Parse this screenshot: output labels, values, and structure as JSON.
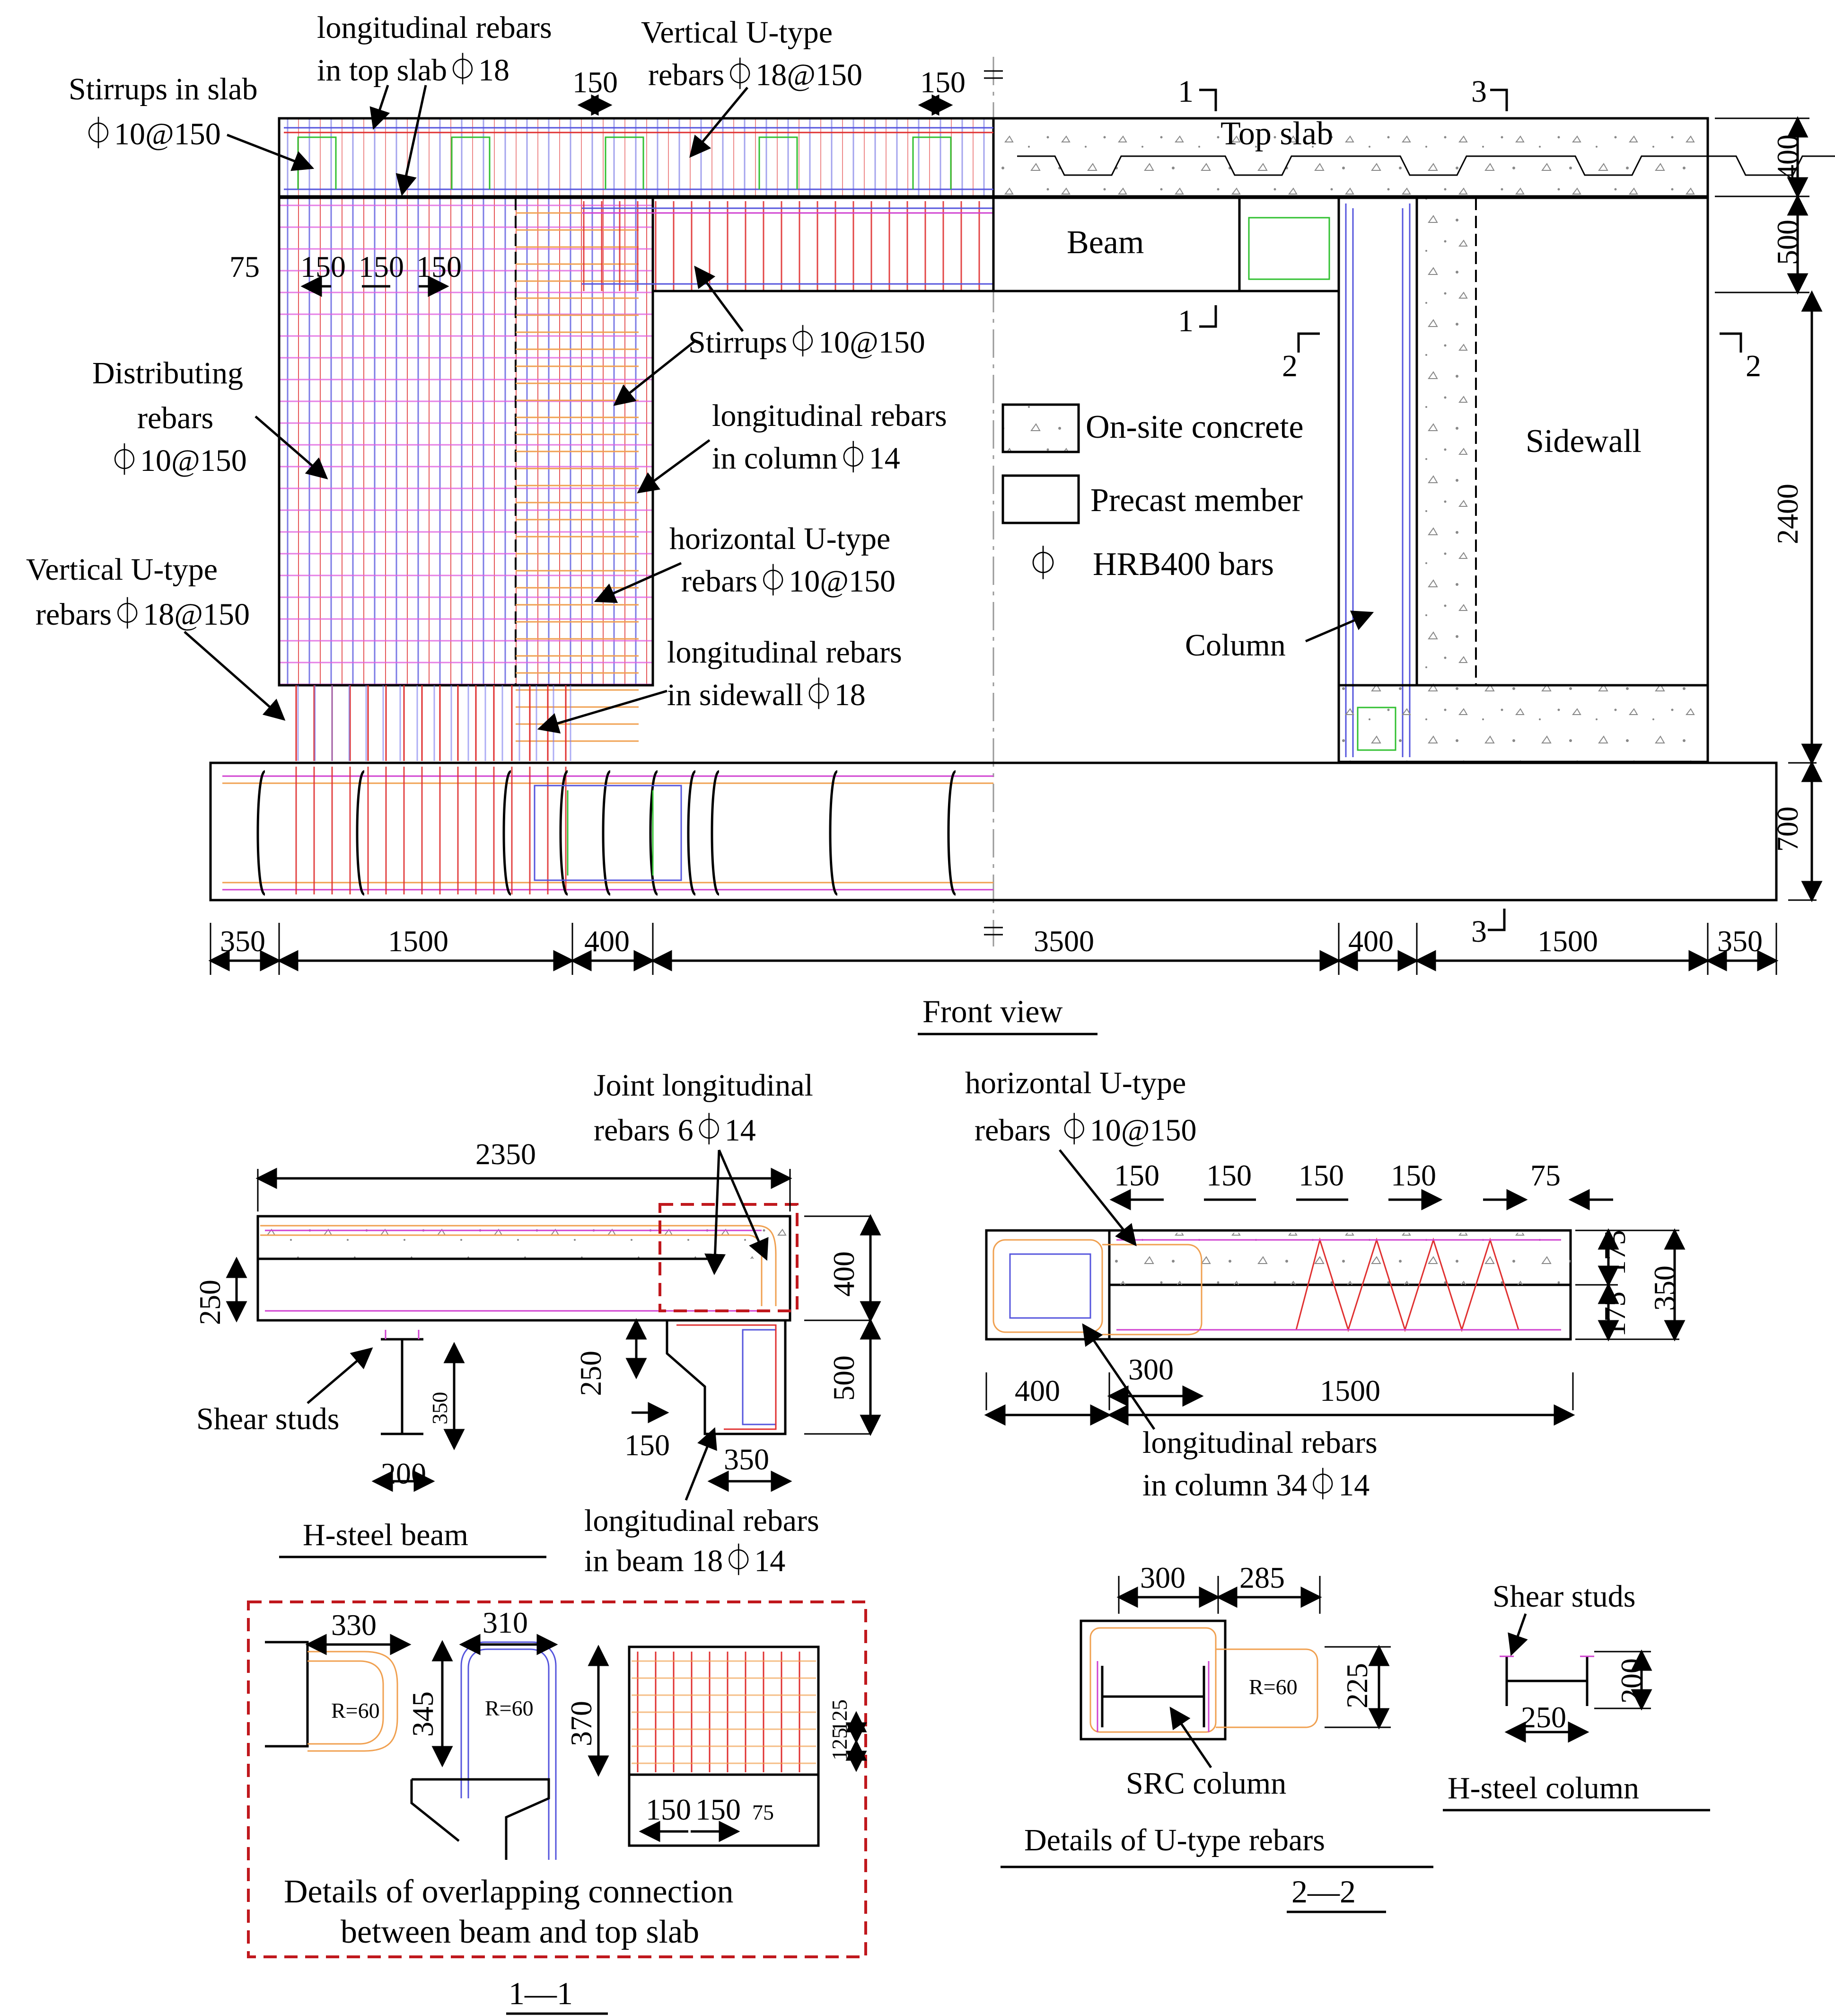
{
  "legend": {
    "onsite": "On-site concrete",
    "precast": "Precast member",
    "hrb_symbol": "⏀",
    "hrb": "HRB400 bars"
  },
  "front": {
    "title": "Front view",
    "labels": {
      "long_top_a": "longitudinal rebars",
      "long_top_b": "in top slab⏀18",
      "vert_u_top_a": "Vertical U-type",
      "vert_u_top_b": "rebars⏀18@150",
      "stirrups_slab_a": "Stirrups in slab",
      "stirrups_slab_b": "⏀10@150",
      "top_slab": "Top slab",
      "beam": "Beam",
      "stirrups_beam": "Stirrups⏀10@150",
      "distributing_a": "Distributing",
      "distributing_b": "rebars",
      "distributing_c": "⏀10@150",
      "long_col_a": "longitudinal rebars",
      "long_col_b": "in column⏀14",
      "horiz_u_a": "horizontal U-type",
      "horiz_u_b": "rebars⏀10@150",
      "vert_u_a": "Vertical U-type",
      "vert_u_b": "rebars⏀18@150",
      "long_wall_a": "longitudinal rebars",
      "long_wall_b": "in sidewall⏀18",
      "sidewall": "Sidewall",
      "column": "Column"
    },
    "dims_top": [
      "150",
      "150"
    ],
    "dims_spacing": [
      "75",
      "150",
      "150",
      "150"
    ],
    "dims_bottom": [
      "350",
      "1500",
      "400",
      "3500",
      "400",
      "1500",
      "350"
    ],
    "dims_right": [
      "400",
      "500",
      "2400",
      "700"
    ],
    "section_marks": [
      "1",
      "3",
      "1",
      "2",
      "2",
      "3"
    ]
  },
  "sec11": {
    "title": "1—1",
    "labels": {
      "joint_a": "Joint longitudinal",
      "joint_b": "rebars  6⏀14",
      "shear_studs": "Shear studs",
      "h_beam": "H-steel beam",
      "long_beam_a": "longitudinal rebars",
      "long_beam_b": "in beam  18⏀14"
    },
    "dims": [
      "2350",
      "250",
      "400",
      "500",
      "250",
      "350",
      "200",
      "150",
      "350"
    ],
    "detail": {
      "title_a": "Details of  overlapping connection",
      "title_b": "between beam and top slab",
      "dims": [
        "330",
        "310",
        "345",
        "370",
        "125",
        "125",
        "150",
        "150",
        "75"
      ],
      "radius_a": "R=60",
      "radius_b": "R=60"
    }
  },
  "sec22": {
    "title": "2—2",
    "labels": {
      "horiz_u_a": "horizontal U-type",
      "horiz_u_b": "rebars  ⏀10@150",
      "long_col_a": "longitudinal rebars",
      "long_col_b": "in column   34⏀14",
      "src_column": "SRC column",
      "u_details": "Details of  U-type rebars",
      "shear_studs": "Shear studs",
      "h_column": "H-steel column",
      "radius": "R=60"
    },
    "dims_top": [
      "150",
      "150",
      "150",
      "150",
      "75"
    ],
    "dims_right": [
      "175",
      "175",
      "350"
    ],
    "dims_bottom": [
      "400",
      "300",
      "1500"
    ],
    "dims_u": [
      "300",
      "285",
      "225"
    ],
    "dims_h": [
      "200",
      "250"
    ]
  }
}
